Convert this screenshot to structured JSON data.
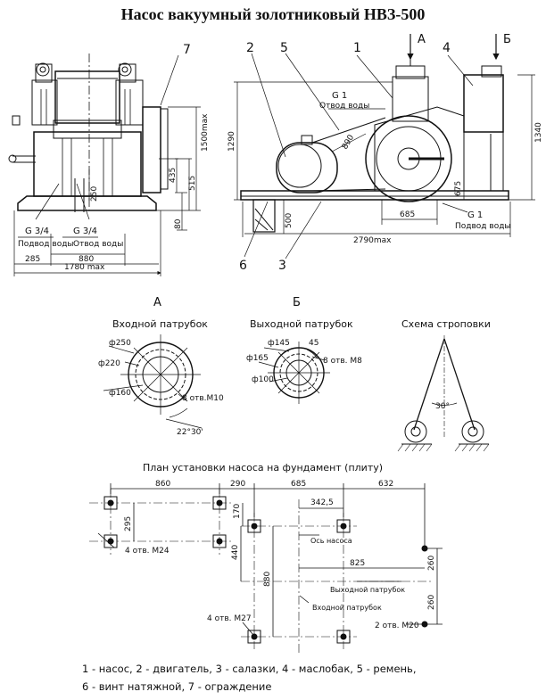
{
  "title": "Насос вакуумный золотниковый НВЗ-500",
  "front_view": {
    "callout": "7",
    "pipe_left_size": "G 3/4",
    "pipe_left_label": "Подвод воды",
    "pipe_right_size": "G 3/4",
    "pipe_right_label": "Отвод воды",
    "dims": {
      "d1500": "1500max",
      "d435": "435",
      "d515": "515",
      "d80": "80",
      "d250": "250",
      "d285": "285",
      "d880": "880",
      "d1780": "1780 max"
    }
  },
  "side_view": {
    "callouts": [
      "2",
      "5",
      "1",
      "4",
      "6",
      "3"
    ],
    "view_a": "А",
    "view_b": "Б",
    "pipe_top_size": "G 1",
    "pipe_top_label": "Отвод воды",
    "pipe_bottom_size": "G 1",
    "pipe_bottom_label": "Подвод воды",
    "dims": {
      "d1290": "1290",
      "d1340": "1340",
      "d890": "890",
      "d675": "675",
      "d500": "500",
      "d685": "685",
      "d2790": "2790max"
    }
  },
  "detail_a": {
    "letter": "А",
    "caption": "Входной патрубок",
    "d250": "ф250",
    "d220": "ф220",
    "d160": "ф160",
    "holes": "8 отв.М10",
    "angle": "22°30'"
  },
  "detail_b": {
    "letter": "Б",
    "caption": "Выходной патрубок",
    "d145": "ф145",
    "d165": "ф165",
    "d100": "ф100",
    "angle": "45",
    "holes": "8 отв. М8"
  },
  "sling": {
    "caption": "Схема строповки",
    "angle": "30°"
  },
  "foundation": {
    "caption": "План установки насоса на фундамент (плиту)",
    "dims": {
      "d860": "860",
      "d290": "290",
      "d685": "685",
      "d632": "632",
      "d342": "342,5",
      "d170": "170",
      "d295": "295",
      "d440": "440",
      "d880": "880",
      "d825": "825",
      "d260a": "260",
      "d260b": "260"
    },
    "labels": {
      "m24": "4 отв. М24",
      "axis": "Ось насоса",
      "outlet": "Выходной патрубок",
      "inlet": "Входной патрубок",
      "m27": "4 отв. М27",
      "m20": "2 отв. М20"
    }
  },
  "legend": {
    "line1": "1 - насос, 2 - двигатель, 3 - салазки, 4 - маслобак, 5 - ремень,",
    "line2": "6 - винт натяжной, 7 - ограждение"
  }
}
